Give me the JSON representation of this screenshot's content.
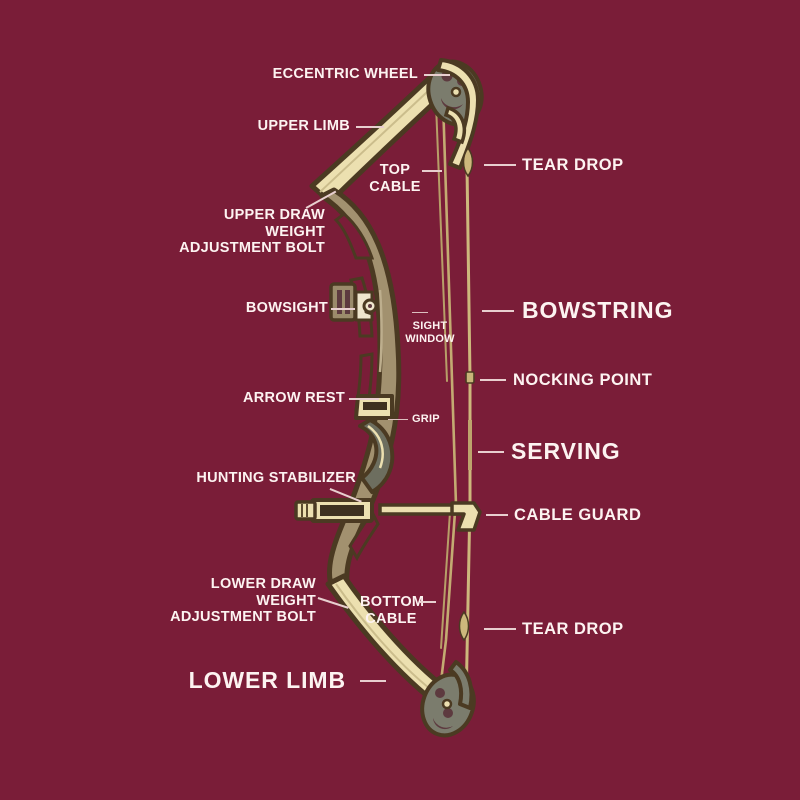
{
  "meta": {
    "title": "Compound Bow Parts Diagram",
    "background_color": "#7a1d38",
    "label_color": "#fdf3f1",
    "limb_color": "#ece0b0",
    "limb_outline_color": "#4b3a22",
    "riser_color": "#a2916f",
    "wheel_color": "#7b7c6d",
    "grip_color": "#6d6e5f",
    "string_color": "#cdb87c"
  },
  "labels": {
    "eccentric_wheel": "Eccentric Wheel",
    "upper_limb": "Upper Limb",
    "top_cable": "Top\nCable",
    "tear_drop_upper": "Tear Drop",
    "upper_draw_weight_bolt": "Upper Draw Weight\nAdjustment Bolt",
    "bowsight": "Bowsight",
    "bowstring": "Bowstring",
    "sight_window": "Sight\nWindow",
    "nocking_point": "Nocking Point",
    "arrow_rest": "Arrow Rest",
    "grip": "Grip",
    "serving": "Serving",
    "hunting_stabilizer": "Hunting Stabilizer",
    "cable_guard": "Cable Guard",
    "lower_draw_weight_bolt": "Lower Draw Weight\nAdjustment Bolt",
    "bottom_cable": "Bottom\nCable",
    "tear_drop_lower": "Tear Drop",
    "lower_limb": "Lower Limb"
  }
}
